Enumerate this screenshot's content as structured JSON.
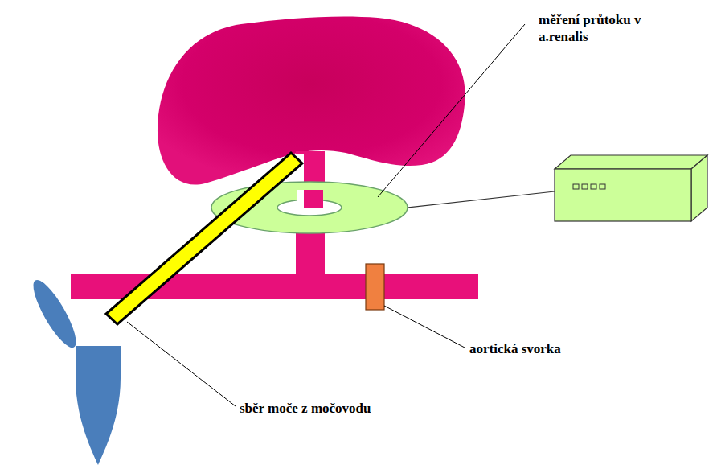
{
  "diagram": {
    "labels": [
      "měření průtoku v a.renalis",
      "aortická svorka",
      "sběr moče z močovodu"
    ]
  }
}
